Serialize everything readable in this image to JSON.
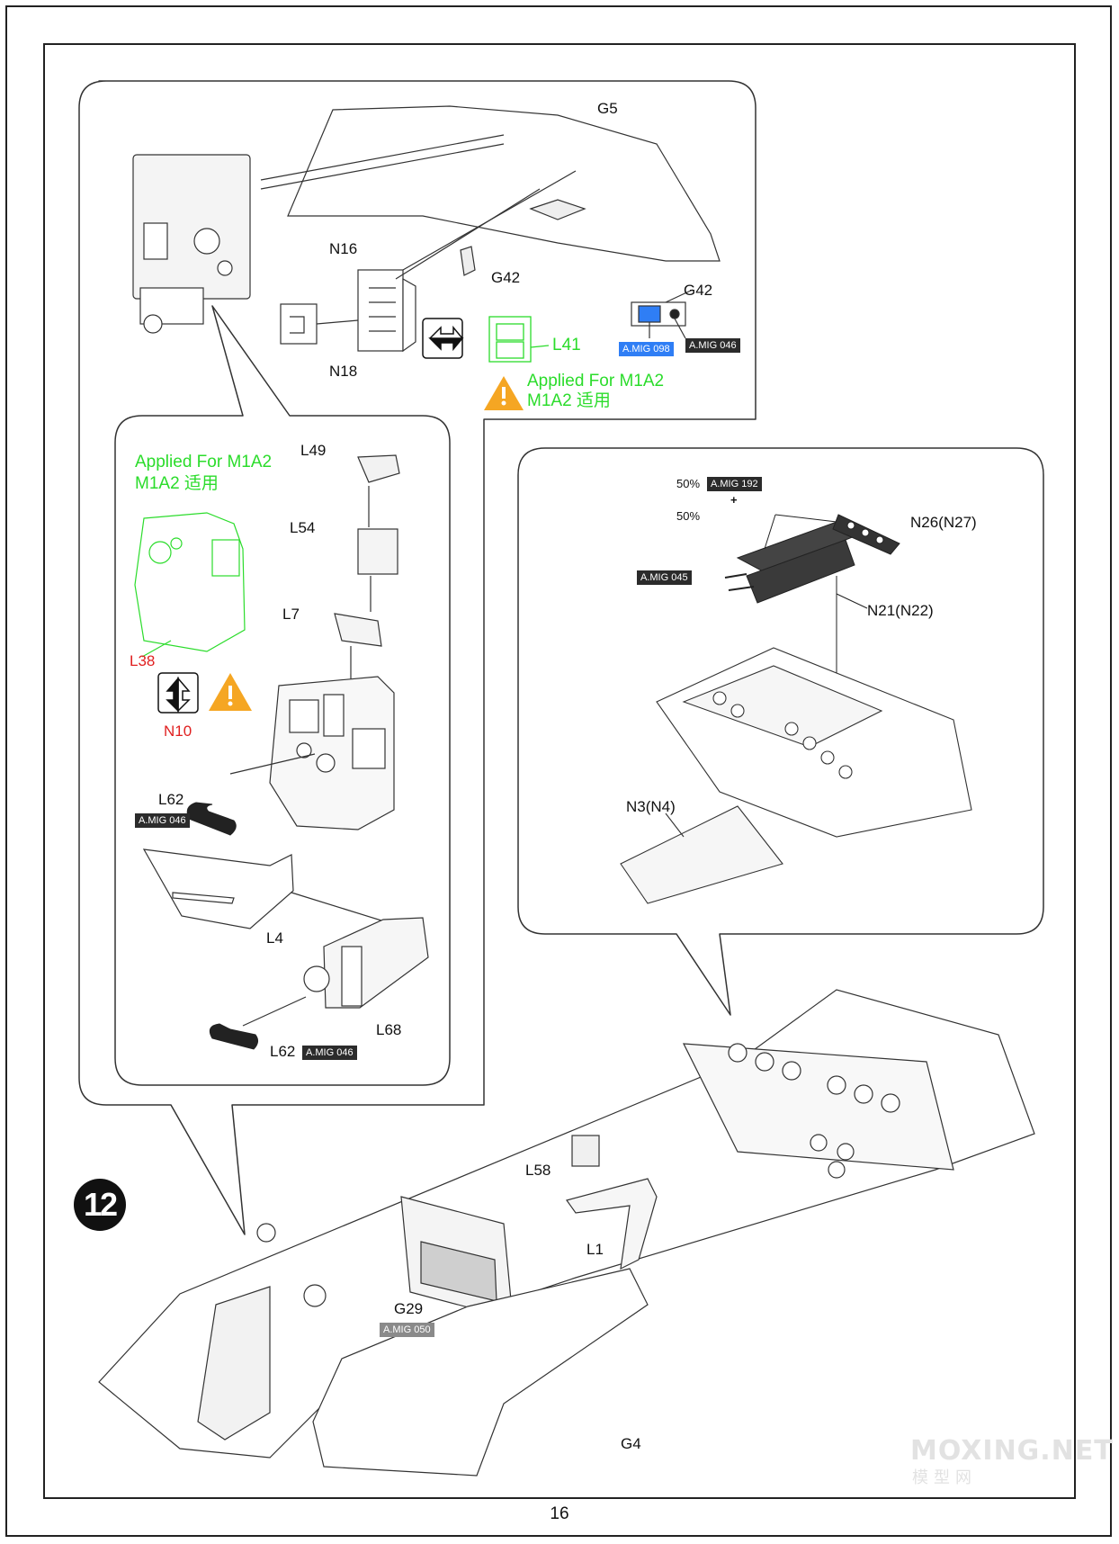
{
  "page": {
    "page_number": "16",
    "step_number": "12",
    "watermark": "MOXING.NET",
    "watermark_sub": "模型网"
  },
  "top_panel": {
    "labels": {
      "g5": "G5",
      "n16": "N16",
      "g42_a": "G42",
      "g42_b": "G42",
      "n18": "N18",
      "l41": "L41"
    },
    "paint_tags": {
      "mig098": "A.MIG 098",
      "mig046": "A.MIG 046"
    },
    "note_line1": "Applied For M1A2",
    "note_line2": "M1A2 适用"
  },
  "left_panel": {
    "note_line1": "Applied For M1A2",
    "note_line2": "M1A2 适用",
    "labels": {
      "l49": "L49",
      "l54": "L54",
      "l7": "L7",
      "l38": "L38",
      "n10": "N10",
      "l62_a": "L62",
      "l4": "L4",
      "l68": "L68",
      "l62_b": "L62"
    },
    "paint_tags": {
      "l62_a": "A.MIG 046",
      "l62_b": "A.MIG 046"
    }
  },
  "right_panel": {
    "mix_line1_pct": "50%",
    "mix_line1_tag": "A.MIG 192",
    "mix_plus": "+",
    "mix_line2_pct": "50%",
    "mig045": "A.MIG 045",
    "labels": {
      "n26": "N26(N27)",
      "n21": "N21(N22)",
      "n3": "N3(N4)"
    }
  },
  "main": {
    "labels": {
      "l58": "L58",
      "l1": "L1",
      "g29": "G29",
      "g4": "G4"
    },
    "paint_tags": {
      "g29": "A.MIG 050"
    }
  },
  "colors": {
    "callout_green": "#2bdc2b",
    "callout_red": "#e02020",
    "warning_orange": "#f5a623",
    "paint_blue": "#2f7ef5",
    "paint_dark": "#2b2b2b",
    "paint_grey": "#8a8a8a"
  },
  "icons": [
    "swap-arrows-icon",
    "warning-icon",
    "flip-arrows-icon"
  ]
}
